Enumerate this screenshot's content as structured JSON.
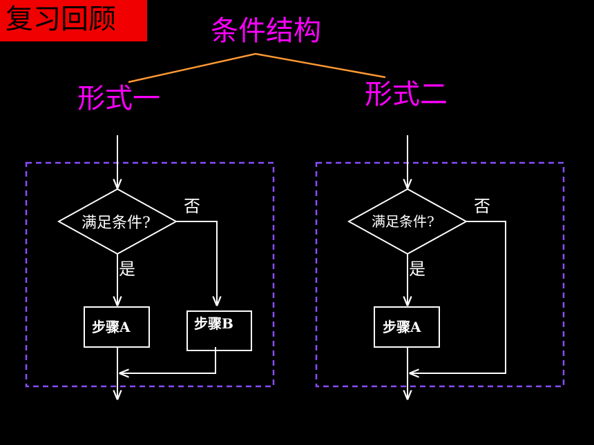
{
  "header": {
    "badge": "复习回顾"
  },
  "title": "条件结构",
  "forms": [
    {
      "label": "形式一",
      "condition": "满足条件?",
      "yes": "是",
      "no": "否",
      "step_a": "步骤A",
      "step_b": "步骤B"
    },
    {
      "label": "形式二",
      "condition": "满足条件?",
      "yes": "是",
      "no": "否",
      "step_a": "步骤A"
    }
  ],
  "colors": {
    "badge": "#f00000",
    "title": "#ff00ff",
    "connector": "#ff9933",
    "frame": "#8a4dff",
    "flow": "#ffffff"
  }
}
